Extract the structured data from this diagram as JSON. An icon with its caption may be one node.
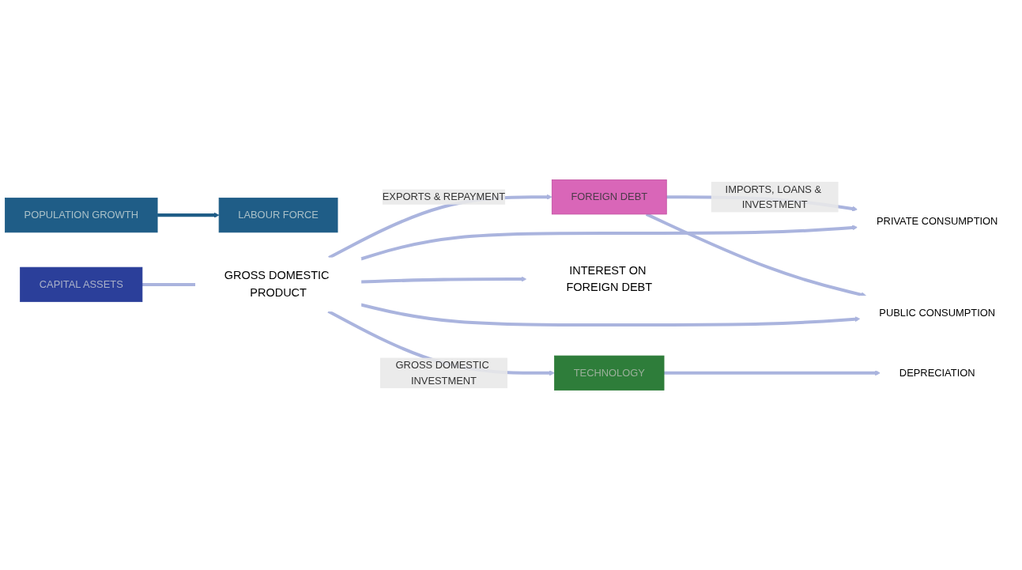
{
  "diagram": {
    "nodes": [
      {
        "text": [
          "POPULATION GROWTH"
        ]
      },
      {
        "text": [
          "FOREIGN DEBT"
        ]
      },
      {
        "text": [
          "LABOUR FORCE"
        ]
      },
      {
        "text": [
          "CAPITAL ASSETS"
        ]
      },
      {
        "text": [
          "TECHNOLOGY"
        ]
      },
      {
        "text": [
          "INTEREST ON FOREIGN DEBT"
        ]
      },
      {
        "text": [
          "GROSS DOMESTIC PRODUCT"
        ]
      },
      {
        "text": [
          "PRIVATE CONSUMPTION"
        ]
      },
      {
        "text": [
          "PUBLIC CONSUMPTION"
        ]
      },
      {
        "text": [
          "DEPRECIATION"
        ]
      }
    ],
    "edges": [
      {
        "from": 0,
        "to": 2,
        "arrow": "to",
        "color": "#1f5d87"
      },
      {
        "from": 3,
        "to": 6,
        "arrow": "none"
      },
      {
        "from": 6,
        "to": 5,
        "arrow": "to"
      },
      {
        "from": 6,
        "to": 1,
        "arrow": "to",
        "label": "EXPORTS & REPAYMENT"
      },
      {
        "from": 1,
        "to": 7,
        "arrow": "to",
        "label": "IMPORTS, LOANS & INVESTMENT"
      },
      {
        "from": 1,
        "to": 8,
        "arrow": "to"
      },
      {
        "from": 6,
        "to": 7,
        "arrow": "to"
      },
      {
        "from": 6,
        "to": 8,
        "arrow": "to"
      },
      {
        "from": 6,
        "to": 4,
        "arrow": "to",
        "label": "GROSS DOMESTIC INVESTMENT"
      },
      {
        "from": 4,
        "to": 9,
        "arrow": "to"
      }
    ]
  }
}
